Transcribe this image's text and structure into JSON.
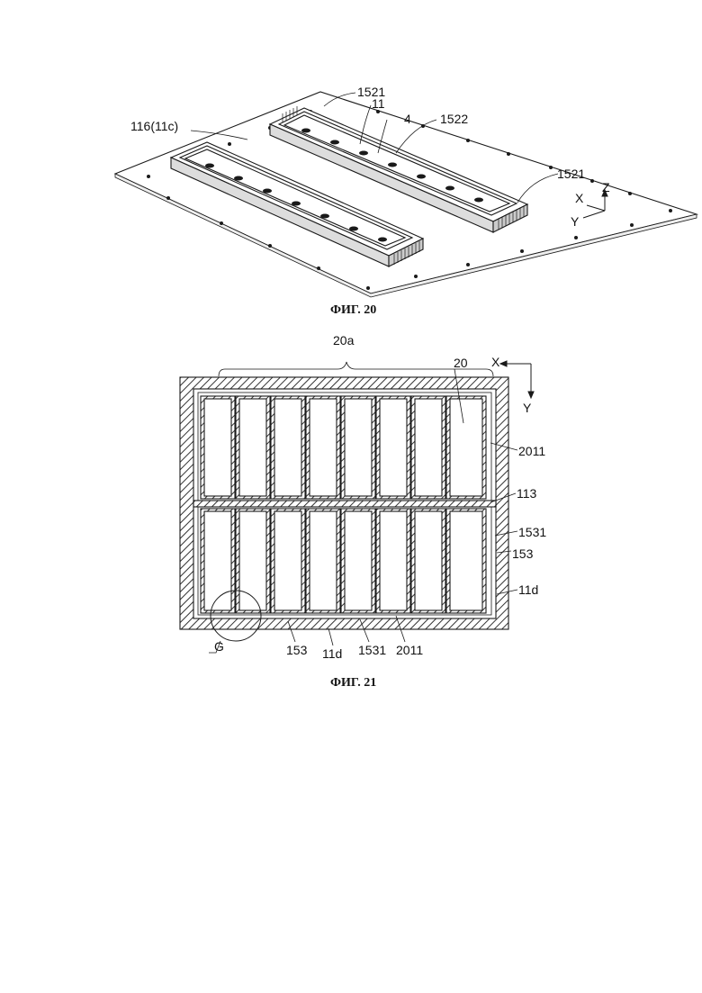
{
  "figure20": {
    "caption": "ФИГ. 20",
    "labels": {
      "l1521_top": "1521",
      "l11": "11",
      "l4": "4",
      "l1522": "1522",
      "l116": "116(11c)",
      "l1521_right": "1521",
      "axis_x": "X",
      "axis_y": "Y",
      "axis_z": "Z"
    }
  },
  "figure21": {
    "caption": "ФИГ. 21",
    "labels": {
      "l20a": "20a",
      "l20": "20",
      "axis_x": "X",
      "axis_y": "Y",
      "l2011_right": "2011",
      "l113": "113",
      "l1531_right": "1531",
      "l153_right": "153",
      "l11d_right": "11d",
      "lG": "G",
      "l153_bottom": "153",
      "l11d_bottom": "11d",
      "l1531_bottom": "1531",
      "l2011_bottom": "2011"
    }
  },
  "colors": {
    "line": "#1a1a1a",
    "hatch": "#333333",
    "background": "#ffffff"
  }
}
